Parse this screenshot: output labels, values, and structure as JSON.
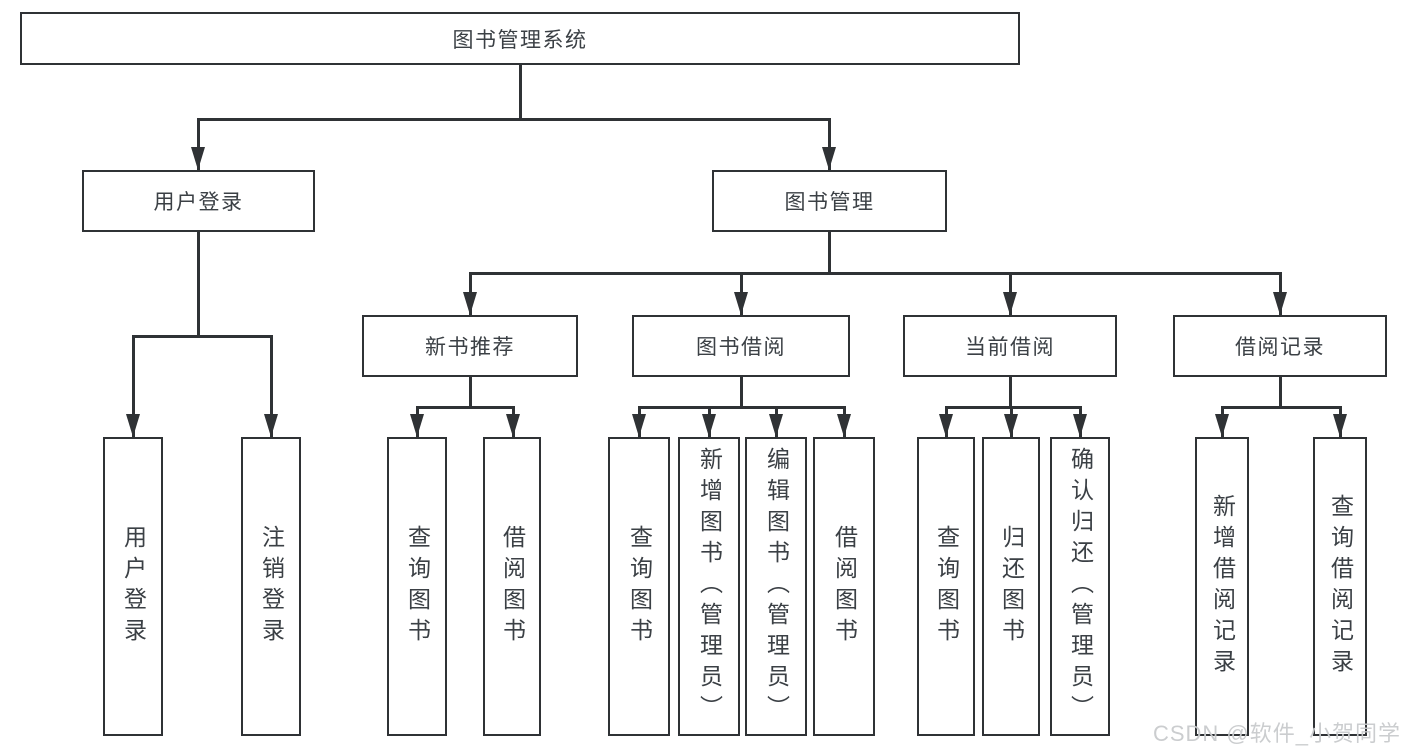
{
  "diagram_title": "图书管理系统",
  "tree": {
    "label": "图书管理系统",
    "children": [
      {
        "label": "用户登录",
        "children": [
          {
            "label": "用户登录"
          },
          {
            "label": "注销登录"
          }
        ]
      },
      {
        "label": "图书管理",
        "children": [
          {
            "label": "新书推荐",
            "children": [
              {
                "label": "查询图书"
              },
              {
                "label": "借阅图书"
              }
            ]
          },
          {
            "label": "图书借阅",
            "children": [
              {
                "label": "查询图书"
              },
              {
                "label": "新增图书（管理员）"
              },
              {
                "label": "编辑图书（管理员）"
              },
              {
                "label": "借阅图书"
              }
            ]
          },
          {
            "label": "当前借阅",
            "children": [
              {
                "label": "查询图书"
              },
              {
                "label": "归还图书"
              },
              {
                "label": "确认归还（管理员）"
              }
            ]
          },
          {
            "label": "借阅记录",
            "children": [
              {
                "label": "新增借阅记录"
              },
              {
                "label": "查询借阅记录"
              }
            ]
          }
        ]
      }
    ]
  },
  "watermark": "CSDN @软件_小贺同学",
  "colors": {
    "line": "#2f3235",
    "text": "#3b4045",
    "watermark": "#c9cbcd",
    "background": "#ffffff"
  }
}
